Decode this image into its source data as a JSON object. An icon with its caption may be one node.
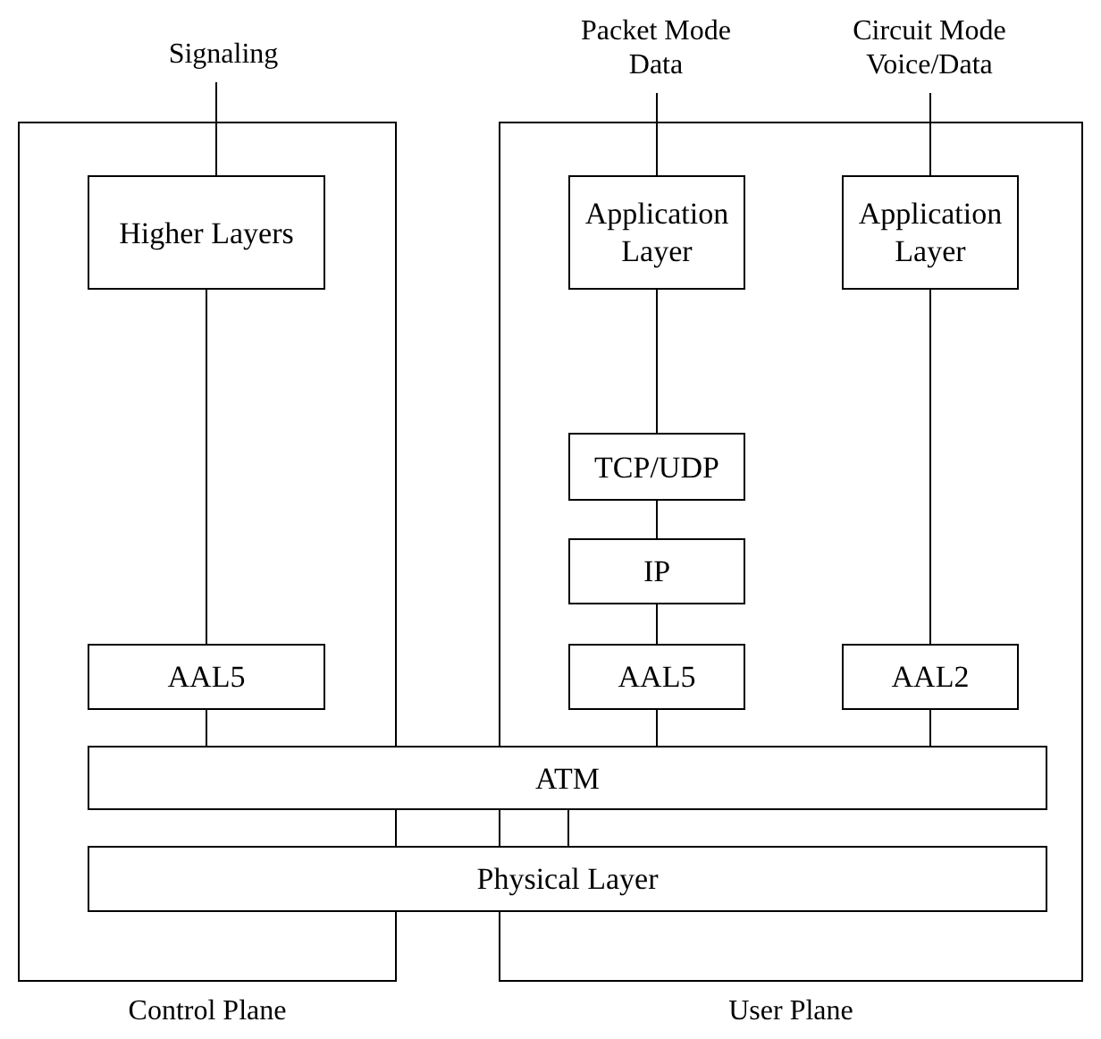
{
  "diagram": {
    "nodes": [
      {
        "text": [
          "Signaling"
        ]
      },
      {
        "text": [
          "Packet Mode Data"
        ]
      },
      {
        "text": [
          "Circuit Mode Voice/Data"
        ]
      },
      {
        "text": [
          "Control Plane"
        ]
      },
      {
        "text": [
          "Higher Layers"
        ],
        "in": 3
      },
      {
        "text": [
          "AAL5"
        ],
        "in": 3
      },
      {
        "text": [
          "User Plane"
        ]
      },
      {
        "text": [
          "Application Layer"
        ],
        "in": 6
      },
      {
        "text": [
          "Application Layer"
        ],
        "in": 6
      },
      {
        "text": [
          "TCP/UDP"
        ],
        "in": 6
      },
      {
        "text": [
          "IP"
        ],
        "in": 6
      },
      {
        "text": [
          "AAL5"
        ],
        "in": 6
      },
      {
        "text": [
          "AAL2"
        ],
        "in": 6
      },
      {
        "text": [
          "ATM"
        ]
      },
      {
        "text": [
          "Physical Layer"
        ]
      }
    ],
    "edges": [
      {
        "from": 0,
        "to": 4,
        "arrow": "none"
      },
      {
        "from": 4,
        "to": 5,
        "arrow": "none"
      },
      {
        "from": 5,
        "to": 13,
        "arrow": "none"
      },
      {
        "from": 1,
        "to": 7,
        "arrow": "none"
      },
      {
        "from": 7,
        "to": 9,
        "arrow": "none"
      },
      {
        "from": 9,
        "to": 10,
        "arrow": "none"
      },
      {
        "from": 10,
        "to": 11,
        "arrow": "none"
      },
      {
        "from": 11,
        "to": 13,
        "arrow": "none"
      },
      {
        "from": 2,
        "to": 8,
        "arrow": "none"
      },
      {
        "from": 8,
        "to": 12,
        "arrow": "none"
      },
      {
        "from": 12,
        "to": 13,
        "arrow": "none"
      },
      {
        "from": 13,
        "to": 14,
        "arrow": "none"
      }
    ]
  }
}
